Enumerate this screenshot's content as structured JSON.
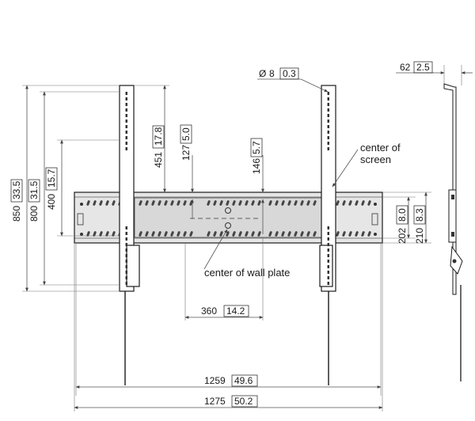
{
  "dimensions": {
    "total_height": {
      "mm": "850",
      "in": "33.5"
    },
    "mount_height": {
      "mm": "800",
      "in": "31.5"
    },
    "height_400": {
      "mm": "400",
      "in": "15.7"
    },
    "top_offset": {
      "mm": "451",
      "in": "17.8"
    },
    "center_offset": {
      "mm": "127",
      "in": "5.0"
    },
    "screen_center_offset": {
      "mm": "146",
      "in": "5.7"
    },
    "hole_diameter": {
      "prefix": "Ø",
      "mm": "8",
      "in": "0.3"
    },
    "depth": {
      "mm": "62",
      "in": "2.5"
    },
    "plate_height_inner": {
      "mm": "202",
      "in": "8.0"
    },
    "plate_height_outer": {
      "mm": "210",
      "in": "8.3"
    },
    "plate_center_width": {
      "mm": "360",
      "in": "14.2"
    },
    "plate_width_inner": {
      "mm": "1259",
      "in": "49.6"
    },
    "plate_width_outer": {
      "mm": "1275",
      "in": "50.2"
    }
  },
  "annotations": {
    "center_of_screen_line1": "center of",
    "center_of_screen_line2": "screen",
    "center_of_wall_plate": "center of wall plate"
  }
}
